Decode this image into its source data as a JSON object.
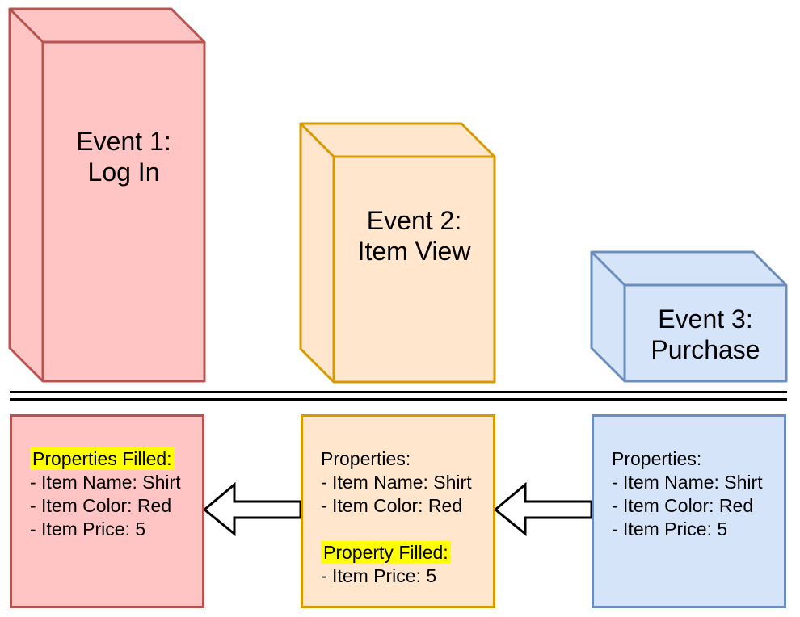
{
  "colors": {
    "background": "#FFFFFF",
    "text": "#000000",
    "line": "#000000",
    "arrow_fill": "#FFFFFF",
    "highlight": "#FFFF00",
    "red_fill": "#FFC5C4",
    "red_stroke": "#B85450",
    "orange_fill": "#FFE6CC",
    "orange_stroke": "#D79B00",
    "blue_fill": "#D6E4FA",
    "blue_stroke": "#6C8EBF"
  },
  "events": [
    {
      "label": "Event 1:\nLog In"
    },
    {
      "label": "Event 2:\nItem View"
    },
    {
      "label": "Event 3:\nPurchase"
    }
  ],
  "cards": [
    {
      "heading": "Properties Filled:",
      "items": [
        "- Item Name: Shirt",
        "- Item Color: Red",
        "- Item Price: 5"
      ]
    },
    {
      "heading": "Properties:",
      "items": [
        "- Item Name: Shirt",
        "- Item Color: Red"
      ],
      "heading2": "Property Filled:",
      "items2": [
        "- Item Price: 5"
      ]
    },
    {
      "heading": "Properties:",
      "items": [
        "- Item Name: Shirt",
        "- Item Color: Red",
        "- Item Price: 5"
      ]
    }
  ]
}
